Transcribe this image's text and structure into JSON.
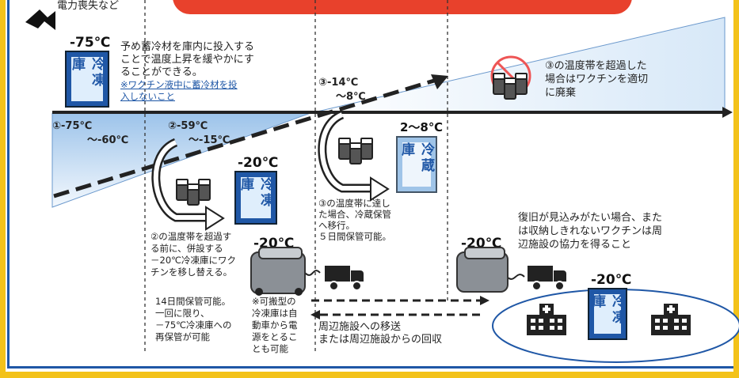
{
  "header": {
    "power_outage": "電力喪失など"
  },
  "freezer_main": {
    "temp": "-75℃",
    "label": "冷凍庫"
  },
  "note_top": {
    "line1": "予め蓄冷材を庫内に投入する",
    "line2": "ことで温度上昇を緩やかにす",
    "line3": "ることができる。",
    "warn1": "※ワクチン液中に蓄冷材を投",
    "warn2": "入しないこと"
  },
  "zones": {
    "z1_top": "①-75℃",
    "z1_bottom": "～-60℃",
    "z2_top": "②-59℃",
    "z2_bottom": "～-15℃",
    "z3_top": "③-14℃",
    "z3_bottom": "～8℃"
  },
  "freezer_20": {
    "temp": "-20℃",
    "label": "冷凍庫"
  },
  "fridge": {
    "temp": "2～8℃",
    "label": "冷蔵庫"
  },
  "note_zone2": {
    "l1": "②の温度帯を超過す",
    "l2": "る前に、併設する",
    "l3": "－20℃冷凍庫にワク",
    "l4": "チンを移し替える。"
  },
  "note_storage14": {
    "l1": "14日間保管可能。",
    "l2": "一回に限り、",
    "l3": "－75℃冷凍庫への",
    "l4": "再保管が可能"
  },
  "note_zone3": {
    "l1": "③の温度帯に達し",
    "l2": "た場合、冷蔵保管",
    "l3": "へ移行。",
    "l4": "５日間保管可能。"
  },
  "portable_left": {
    "temp": "-20℃"
  },
  "portable_note": {
    "l1": "※可搬型の",
    "l2": "冷凍庫は自",
    "l3": "動車から電",
    "l4": "源をとるこ",
    "l5": "とも可能"
  },
  "transport": {
    "l1": "周辺施設への移送",
    "l2": "または周辺施設からの回収"
  },
  "discard": {
    "l1": "③の温度帯を超過した",
    "l2": "場合はワクチンを適切",
    "l3": "に廃棄"
  },
  "recovery": {
    "l1": "復旧が見込みがたい場合、また",
    "l2": "は収納しきれないワクチンは周",
    "l3": "辺施設の協力を得ること"
  },
  "portable_right": {
    "temp": "-20℃"
  },
  "freezer_facility": {
    "temp": "-20℃",
    "label": "冷凍庫"
  },
  "colors": {
    "accent_blue": "#1f57a6",
    "banner_red": "#e8412c",
    "frame_yellow": "#f3c21a"
  }
}
